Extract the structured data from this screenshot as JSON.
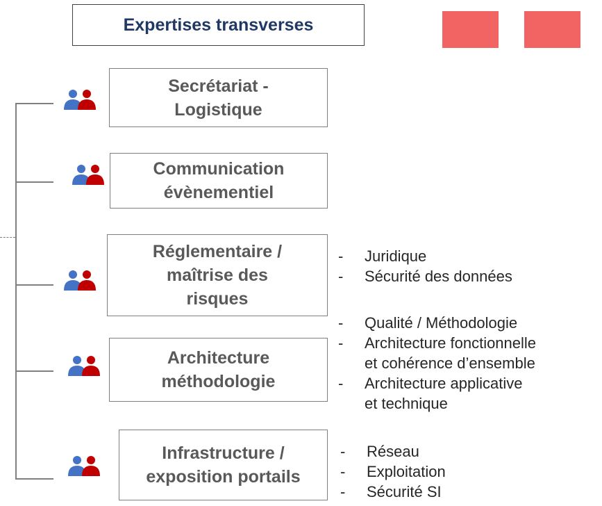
{
  "header": {
    "title": "Expertises transverses"
  },
  "colors": {
    "accent_swatch": "#f26464",
    "person_blue": "#4472c4",
    "person_red": "#c00000",
    "title_text": "#1f3864"
  },
  "nodes": [
    {
      "label_line1": "Secrétariat -",
      "label_line2": "Logistique",
      "icon": "team-icon"
    },
    {
      "label_line1": "Communication",
      "label_line2": "évènementiel",
      "icon": "team-icon"
    },
    {
      "label_line1": "Réglementaire /",
      "label_line2": "maîtrise des",
      "label_line3": "risques",
      "icon": "team-icon"
    },
    {
      "label_line1": "Architecture",
      "label_line2": "méthodologie",
      "icon": "team-icon"
    },
    {
      "label_line1": "Infrastructure /",
      "label_line2": "exposition portails",
      "icon": "team-icon"
    }
  ],
  "details": {
    "reglementaire": [
      "Juridique",
      "Sécurité des données"
    ],
    "architecture": [
      "Qualité / Méthodologie",
      [
        "Architecture fonctionnelle",
        "et cohérence d’ensemble"
      ],
      [
        "Architecture applicative",
        "et technique"
      ]
    ],
    "infrastructure": [
      "Réseau",
      "Exploitation",
      "Sécurité SI"
    ]
  }
}
